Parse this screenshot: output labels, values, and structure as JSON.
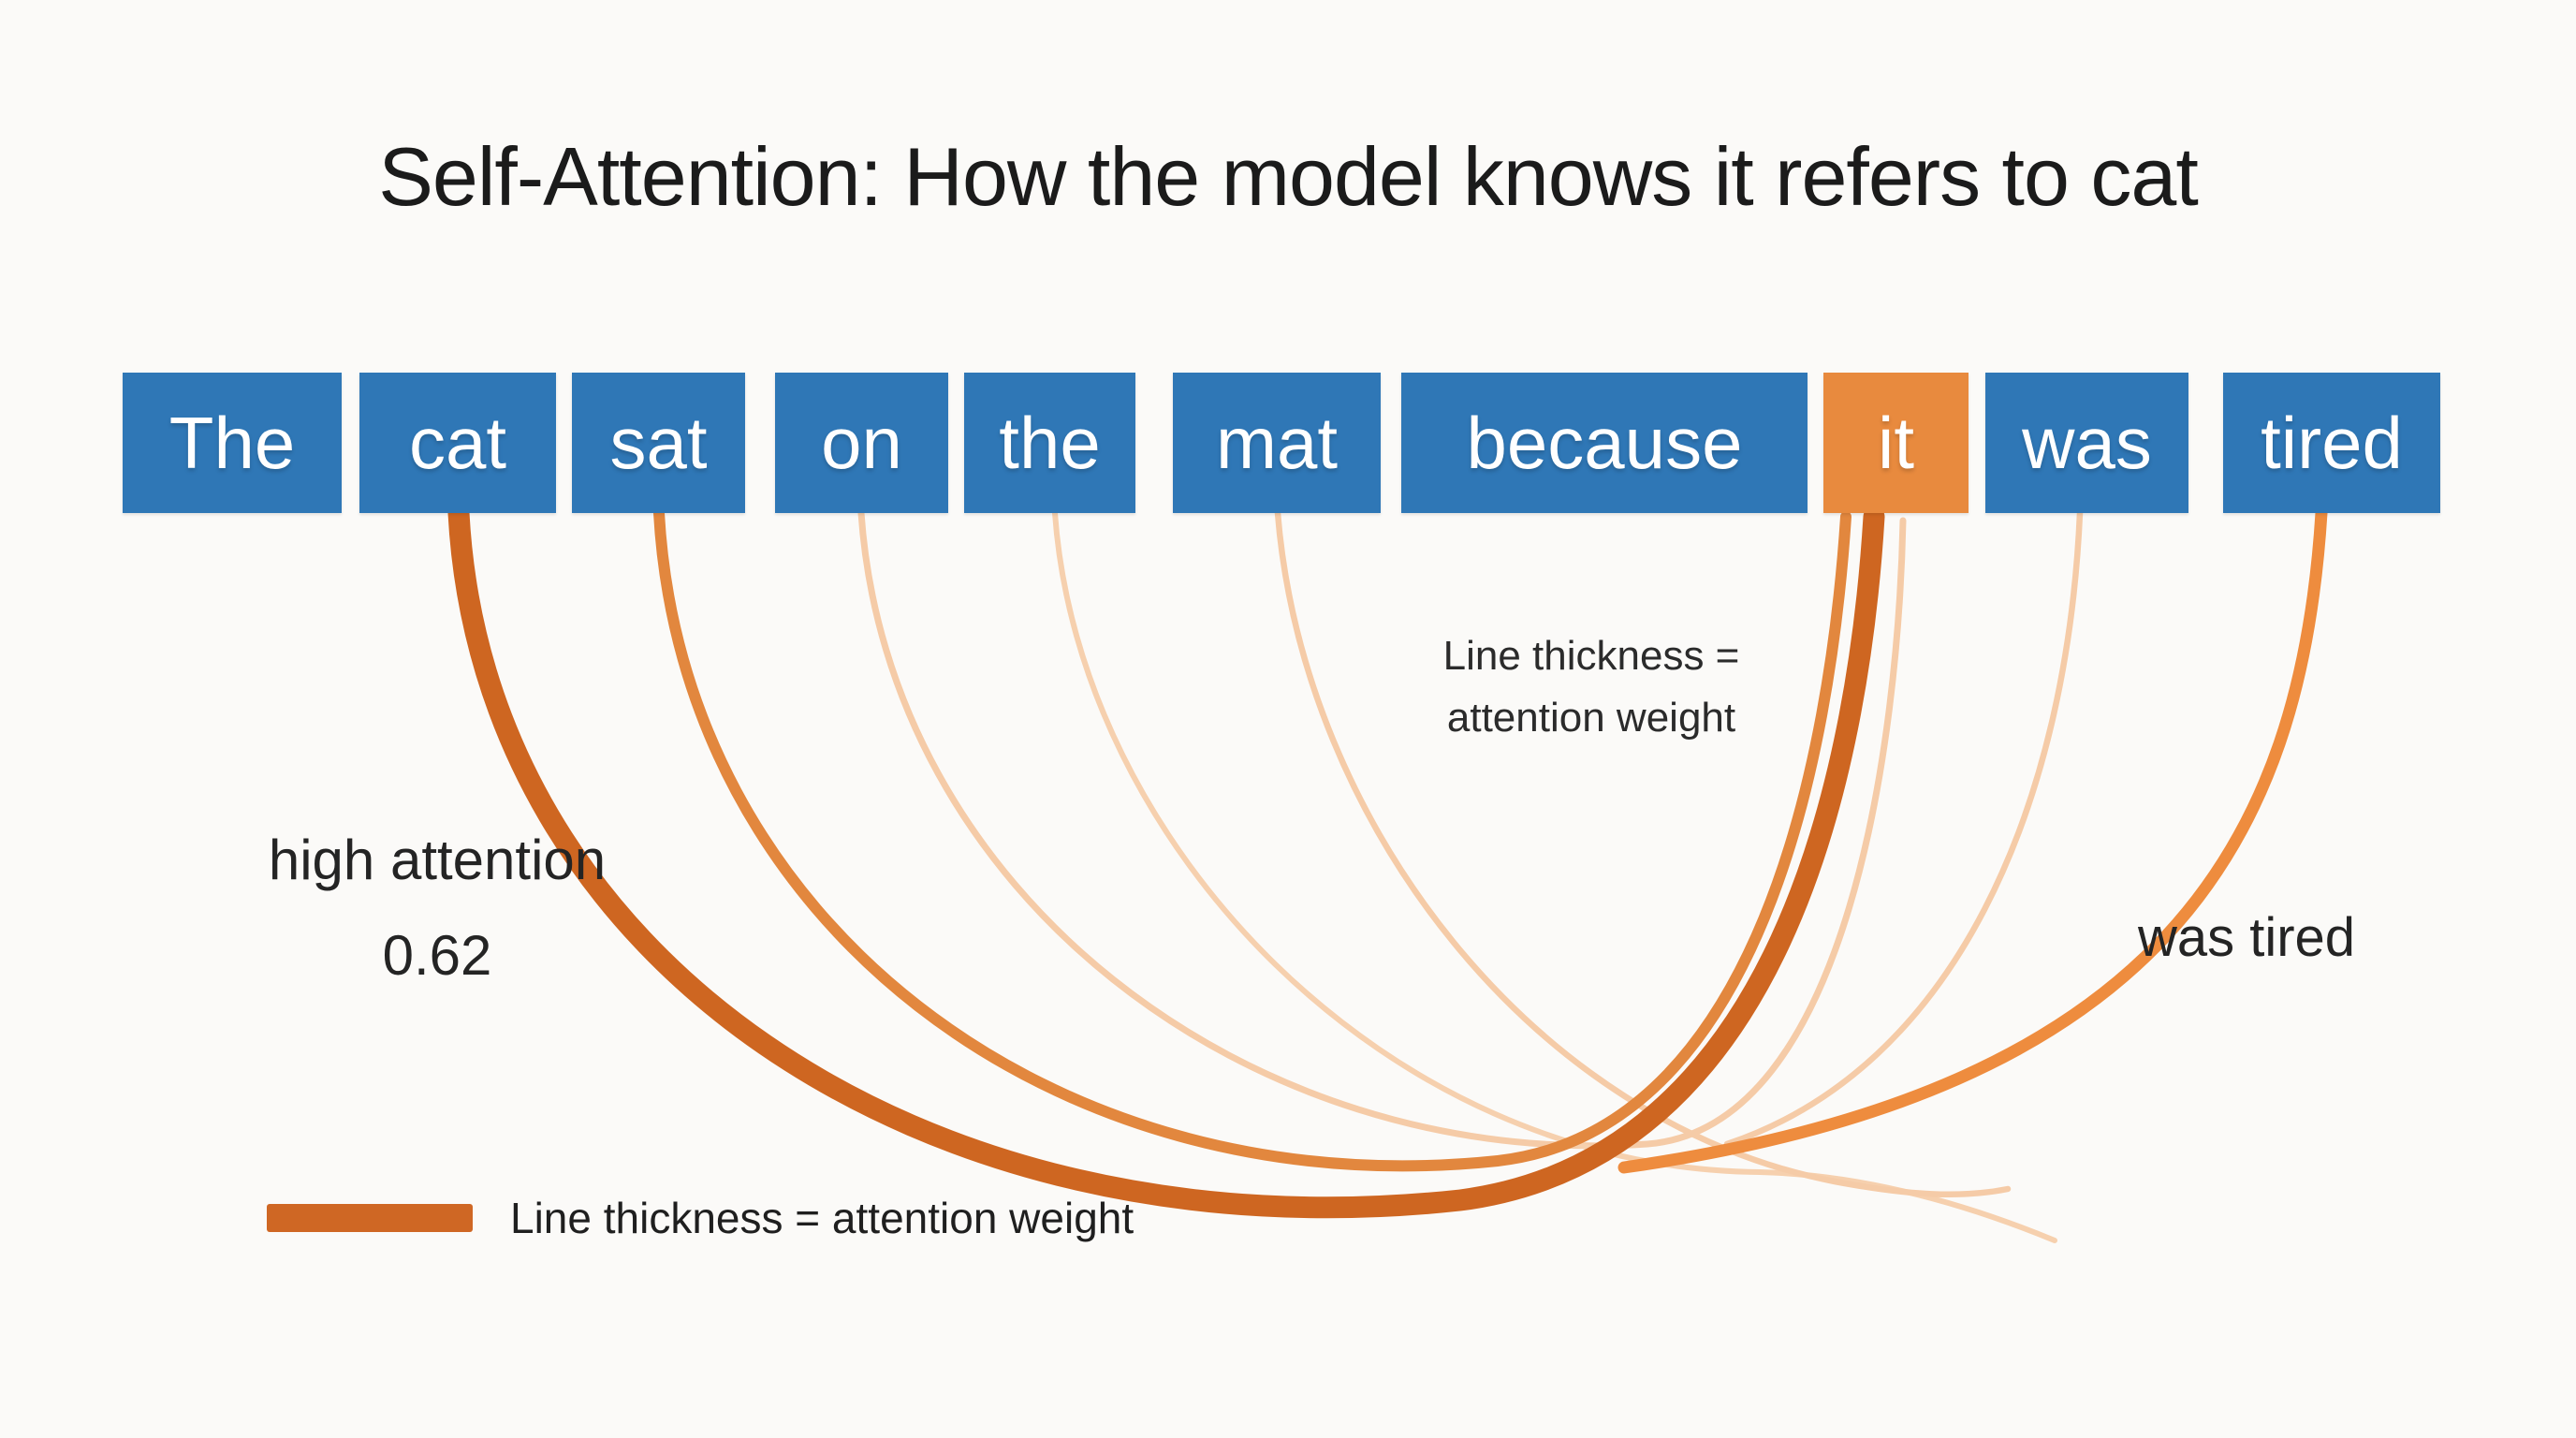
{
  "title": "Self-Attention: How the model knows it refers to cat",
  "tokens": [
    {
      "text": "The",
      "highlight": false
    },
    {
      "text": "cat",
      "highlight": false
    },
    {
      "text": "sat",
      "highlight": false
    },
    {
      "text": "on",
      "highlight": false
    },
    {
      "text": "the",
      "highlight": false
    },
    {
      "text": "mat",
      "highlight": false
    },
    {
      "text": "because",
      "highlight": false
    },
    {
      "text": "it",
      "highlight": true
    },
    {
      "text": "was",
      "highlight": false
    },
    {
      "text": "tired",
      "highlight": false
    }
  ],
  "highlighted_token": "it",
  "annotations": {
    "note_center": {
      "line1": "Line thickness =",
      "line2": "attention weight"
    },
    "high_attention": {
      "line1": "high attention",
      "line2": "0.62"
    },
    "was_tired": {
      "text": "was tired"
    }
  },
  "legend": {
    "label": "Line thickness = attention weight",
    "swatch_color": "#cf6724"
  },
  "colors": {
    "background": "#fbfaf8",
    "token_blue": "#2f77b6",
    "token_highlight_orange": "#e88a3e",
    "token_text": "#ffffff",
    "arc_strong": "#ce6621",
    "arc_medium": "#e2873e",
    "arc_medium_bright": "#ee8c3e",
    "arc_light": "#f5cba7",
    "text_dark": "#1e1e1e"
  },
  "chart_data": {
    "type": "diagram-attention-arcs",
    "title": "Self-Attention: How the model knows it refers to cat",
    "target_token": "it",
    "edges": [
      {
        "from": "cat",
        "to": "it",
        "weight": 0.62,
        "strength": "high"
      },
      {
        "from": "sat",
        "to": "it",
        "strength": "medium"
      },
      {
        "from": "on",
        "to": "it",
        "strength": "low"
      },
      {
        "from": "the",
        "to": "it",
        "strength": "low"
      },
      {
        "from": "mat",
        "to": "it",
        "strength": "low"
      },
      {
        "from": "was",
        "to": "it",
        "strength": "low"
      },
      {
        "from": "tired",
        "to": "it",
        "strength": "medium"
      }
    ],
    "encoding_note": "Line thickness = attention weight"
  }
}
